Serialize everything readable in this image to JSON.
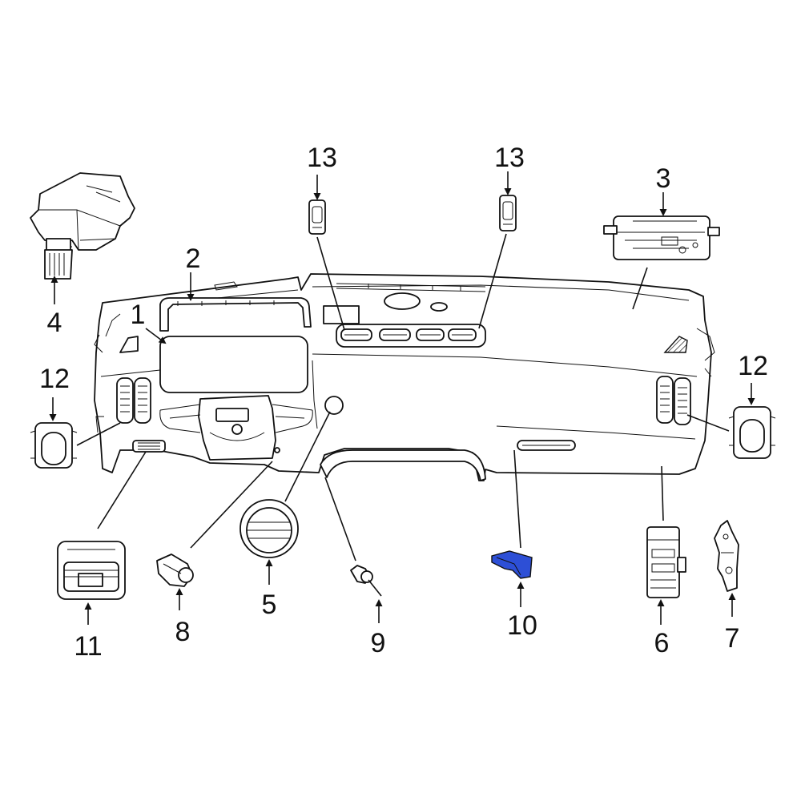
{
  "diagram": {
    "highlight_color": "#2d4fd6",
    "callouts": {
      "c1": "1",
      "c2": "2",
      "c3": "3",
      "c4": "4",
      "c5": "5",
      "c6": "6",
      "c7": "7",
      "c8": "8",
      "c9": "9",
      "c10": "10",
      "c11": "11",
      "c12_left": "12",
      "c12_right": "12",
      "c13_left": "13",
      "c13_right": "13"
    }
  }
}
